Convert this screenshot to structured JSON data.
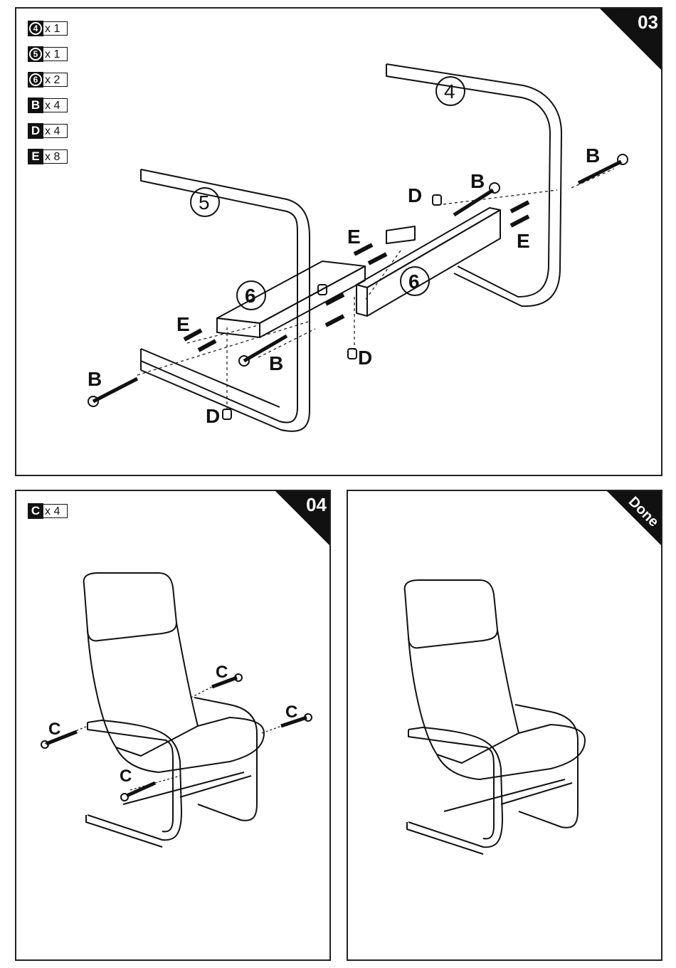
{
  "step3": {
    "step_number": "03",
    "parts": [
      {
        "id": "4",
        "qty": "x 1",
        "style": "circle"
      },
      {
        "id": "5",
        "qty": "x 1",
        "style": "circle"
      },
      {
        "id": "6",
        "qty": "x 2",
        "style": "circle"
      },
      {
        "id": "B",
        "qty": "x 4",
        "style": "letter"
      },
      {
        "id": "D",
        "qty": "x 4",
        "style": "letter"
      },
      {
        "id": "E",
        "qty": "x 8",
        "style": "letter"
      }
    ],
    "callouts": {
      "frame_4": "4",
      "frame_5": "5",
      "rail_6_left": "6",
      "rail_6_right": "6",
      "bolt_b": "B",
      "cam_d": "D",
      "dowel_e": "E"
    }
  },
  "step4": {
    "step_number": "04",
    "parts": [
      {
        "id": "C",
        "qty": "x 4",
        "style": "letter"
      }
    ],
    "callouts": {
      "screw_c": "C"
    }
  },
  "done": {
    "label": "Done"
  }
}
